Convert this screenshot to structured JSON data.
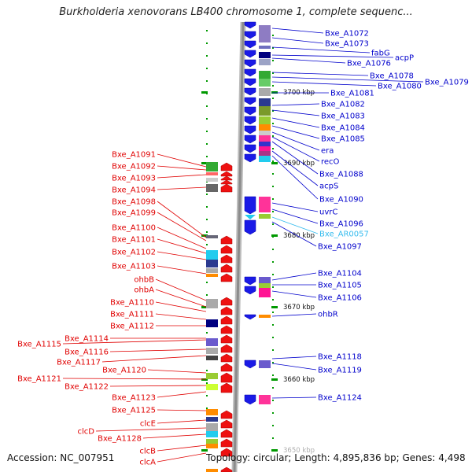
{
  "title": "Burkholderia xenovorans LB400 chromosome 1, complete sequenc...",
  "footer": {
    "accession": "Accession: NC_007951",
    "summary": "Topology: circular; Length: 4,895,836 bp; Genes: 4,498"
  },
  "colors": {
    "left_strand": "#e00000",
    "right_strand": "#0000cc",
    "rna_label": "#33bbee",
    "backbone": "#999999",
    "tick": "#009900"
  },
  "kbp_ticks": [
    {
      "label": "3700 kbp"
    },
    {
      "label": "3690 kbp"
    },
    {
      "label": "3680 kbp"
    },
    {
      "label": "3670 kbp"
    },
    {
      "label": "3660 kbp"
    },
    {
      "label": "3650 kbp"
    }
  ],
  "left_genes": [
    "Bxe_A1091",
    "Bxe_A1092",
    "Bxe_A1093",
    "Bxe_A1094",
    "Bxe_A1098",
    "Bxe_A1099",
    "Bxe_A1100",
    "Bxe_A1101",
    "Bxe_A1102",
    "Bxe_A1103",
    "ohbB",
    "ohbA",
    "Bxe_A1110",
    "Bxe_A1111",
    "Bxe_A1112",
    "Bxe_A1114",
    "Bxe_A1115",
    "Bxe_A1116",
    "Bxe_A1117",
    "Bxe_A1120",
    "Bxe_A1121",
    "Bxe_A1122",
    "Bxe_A1123",
    "Bxe_A1125",
    "clcE",
    "clcD",
    "Bxe_A1128",
    "clcB",
    "clcA"
  ],
  "right_genes": [
    "Bxe_A1072",
    "Bxe_A1073",
    "fabG",
    "acpP",
    "Bxe_A1076",
    "Bxe_A1078",
    "Bxe_A1079",
    "Bxe_A1080",
    "Bxe_A1081",
    "Bxe_A1082",
    "Bxe_A1083",
    "Bxe_A1084",
    "Bxe_A1085",
    "era",
    "recO",
    "Bxe_A1088",
    "acpS",
    "Bxe_A1090",
    "uvrC",
    "Bxe_A1096",
    "Bxe_AR0057",
    "Bxe_A1097",
    "Bxe_A1104",
    "Bxe_A1105",
    "Bxe_A1106",
    "ohbR",
    "Bxe_A1118",
    "Bxe_A1119",
    "Bxe_A1124"
  ]
}
